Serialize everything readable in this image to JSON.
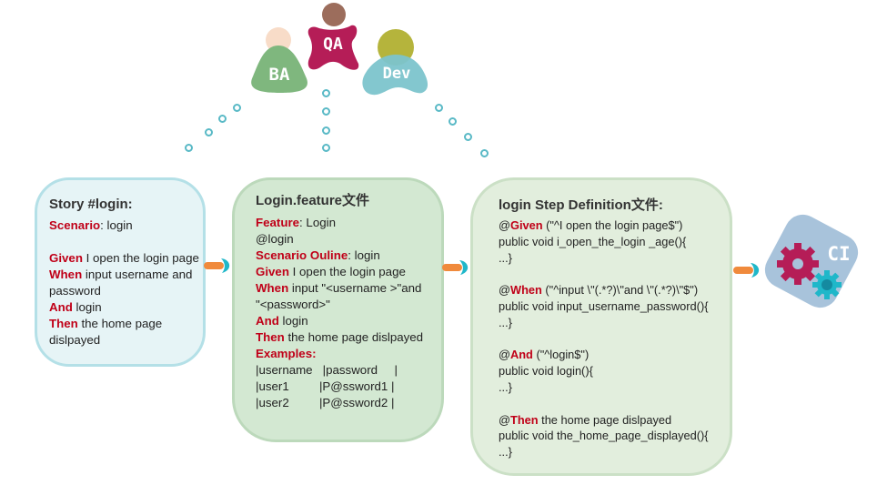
{
  "roles": {
    "ba": "BA",
    "qa": "QA",
    "dev": "Dev",
    "ci": "CI"
  },
  "colors": {
    "keyword": "#c00018",
    "ba": "#7fb77e",
    "qa": "#b51d57",
    "dev": "#7cc4cc",
    "ci_bg": "#a8c3db",
    "arrow_orange": "#f08a3c",
    "arrow_teal": "#1fb7c9"
  },
  "story": {
    "title": "Story #login:",
    "lines": [
      [
        {
          "k": "Scenario"
        },
        {
          "t": ": login"
        }
      ],
      [],
      [
        {
          "k": "Given"
        },
        {
          "t": " I open the login page"
        }
      ],
      [
        {
          "k": "When"
        },
        {
          "t": " input username and"
        }
      ],
      [
        {
          "t": "password"
        }
      ],
      [
        {
          "k": "And"
        },
        {
          "t": " login"
        }
      ],
      [
        {
          "k": "Then"
        },
        {
          "t": " the home page"
        }
      ],
      [
        {
          "t": "dislpayed"
        }
      ]
    ]
  },
  "feature": {
    "title": "Login.feature文件",
    "lines": [
      [
        {
          "k": "Feature"
        },
        {
          "t": ": Login"
        }
      ],
      [
        {
          "t": "@login"
        }
      ],
      [
        {
          "k": "Scenario Ouline"
        },
        {
          "t": ": login"
        }
      ],
      [
        {
          "k": "Given"
        },
        {
          "t": " I open the login page"
        }
      ],
      [
        {
          "k": "When"
        },
        {
          "t": " input \"<username >\"and"
        }
      ],
      [
        {
          "t": "\"<password>\""
        }
      ],
      [
        {
          "k": "And"
        },
        {
          "t": " login"
        }
      ],
      [
        {
          "k": "Then"
        },
        {
          "t": " the home page dislpayed"
        }
      ],
      [
        {
          "k": "Examples:"
        }
      ],
      [
        {
          "t": "|username   |password     |"
        }
      ],
      [
        {
          "t": "|user1         |P@ssword1 |"
        }
      ],
      [
        {
          "t": "|user2         |P@ssword2 |"
        }
      ]
    ]
  },
  "steps": {
    "title": "login Step Definition文件:",
    "lines": [
      [
        {
          "t": "@"
        },
        {
          "k": "Given"
        },
        {
          "t": " (\"^I open the login page$\")"
        }
      ],
      [
        {
          "t": "public void i_open_the_login _age(){"
        }
      ],
      [
        {
          "t": "...}"
        }
      ],
      [],
      [
        {
          "t": "@"
        },
        {
          "k": "When"
        },
        {
          "t": " (\"^input \\\"(.*?)\\\"and \\\"(.*?)\\\"$\")"
        }
      ],
      [
        {
          "t": "public void input_username_password(){"
        }
      ],
      [
        {
          "t": "...}"
        }
      ],
      [],
      [
        {
          "t": "@"
        },
        {
          "k": "And"
        },
        {
          "t": " (\"^login$\")"
        }
      ],
      [
        {
          "t": "public void login(){"
        }
      ],
      [
        {
          "t": "...}"
        }
      ],
      [],
      [
        {
          "t": "@"
        },
        {
          "k": "Then"
        },
        {
          "t": " the home page dislpayed"
        }
      ],
      [
        {
          "t": "public void the_home_page_displayed(){"
        }
      ],
      [
        {
          "t": "...}"
        }
      ]
    ]
  }
}
